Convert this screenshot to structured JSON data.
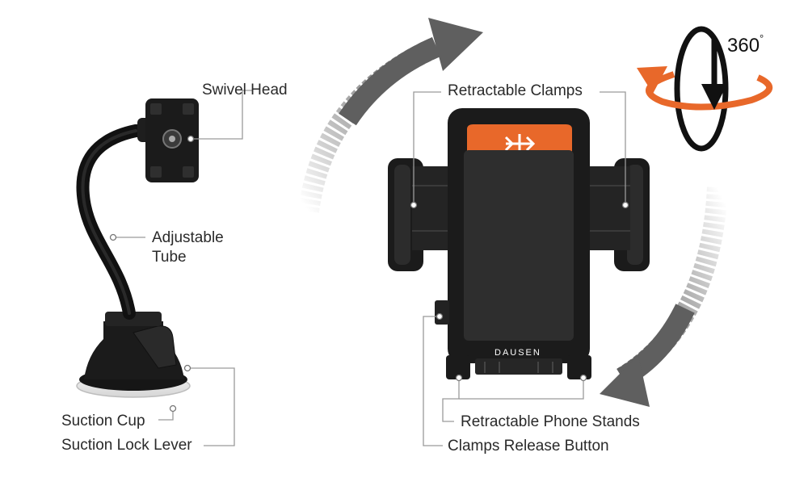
{
  "labels": {
    "swivel_head": "Swivel Head",
    "adjustable_tube_line1": "Adjustable",
    "adjustable_tube_line2": "Tube",
    "suction_cup": "Suction Cup",
    "suction_lock_lever": "Suction Lock Lever",
    "retractable_clamps": "Retractable Clamps",
    "retractable_phone_stands": "Retractable Phone Stands",
    "clamps_release_button": "Clamps Release Button"
  },
  "badge": {
    "rotation": "360",
    "degree_symbol": "°"
  },
  "brand": {
    "name": "DAUSEN"
  },
  "colors": {
    "accent_orange": "#E8682A",
    "body_black": "#1b1b1b",
    "pad_gray": "#2e2e2e",
    "arrow_gray": "#5f5f5f",
    "leader_line": "#9a9a9a",
    "text": "#2a2a2a"
  },
  "icons": {
    "rotation_icon": "rotate-360-icon",
    "rotate_arrow_top": "curved-arrow-icon",
    "rotate_arrow_bottom": "curved-arrow-icon"
  }
}
